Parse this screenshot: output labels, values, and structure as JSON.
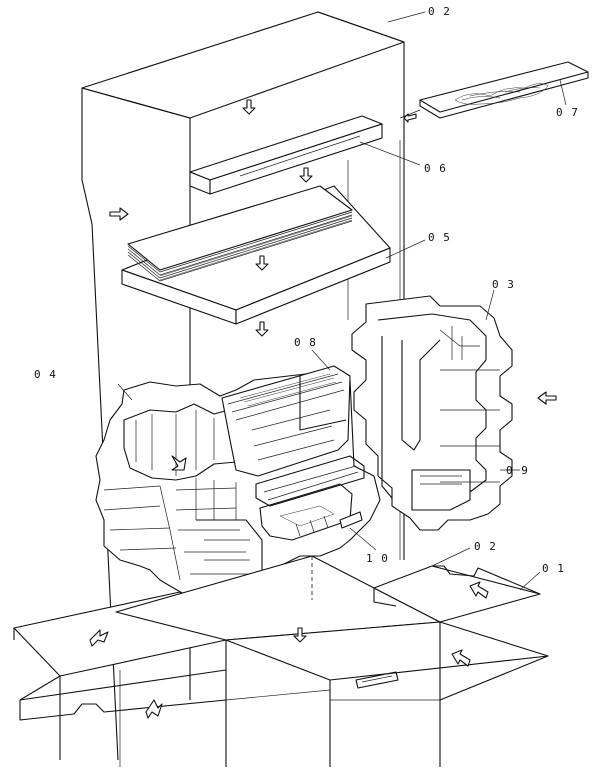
{
  "labels": {
    "l01": "0 1",
    "l02a": "0 2",
    "l02b": "0 2",
    "l03": "0 3",
    "l04": "0 4",
    "l05": "0 5",
    "l06": "0 6",
    "l07": "0 7",
    "l08": "0 8",
    "l09": "0 9",
    "l10": "1 0"
  }
}
